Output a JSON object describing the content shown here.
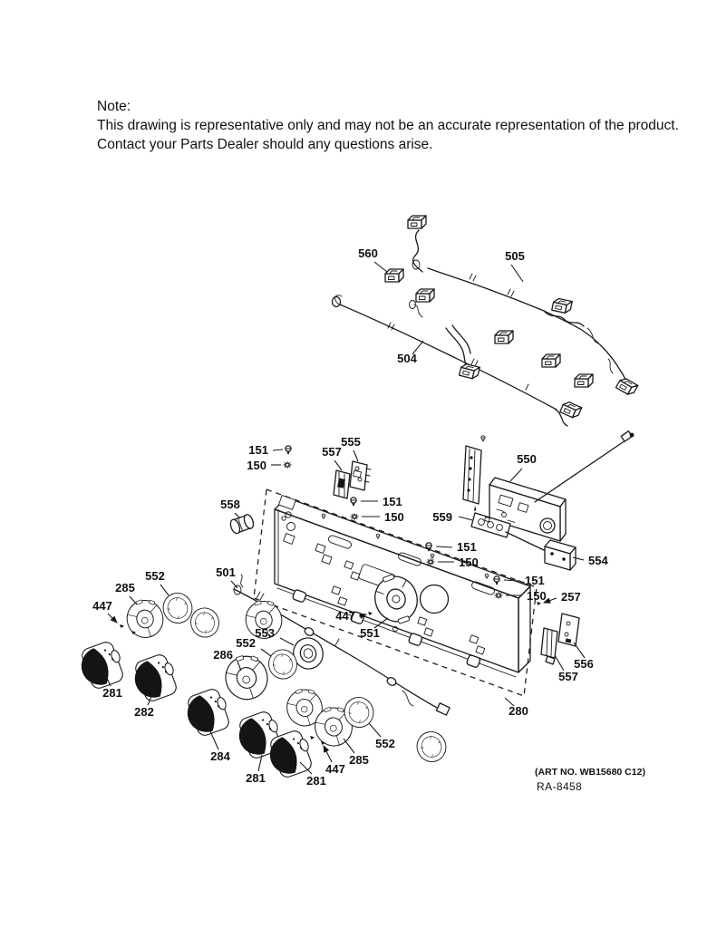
{
  "note": {
    "title": "Note:",
    "line1": "This drawing is representative only and may not be an accurate representation of the product.",
    "line2": "Contact your Parts Dealer should any questions arise."
  },
  "footer": {
    "art_no": "(ART NO. WB15680 C12)",
    "doc_ref": "RA-8458"
  },
  "diagram": {
    "subject": "control-panel-exploded-parts-diagram",
    "ink_color": "#1a1a1a",
    "background_color": "#ffffff"
  },
  "parts": {
    "150": "150",
    "151": "151",
    "257": "257",
    "280": "280",
    "281": "281",
    "282": "282",
    "284": "284",
    "285": "285",
    "286": "286",
    "447": "447",
    "501": "501",
    "504": "504",
    "505": "505",
    "550": "550",
    "551": "551",
    "552": "552",
    "553": "553",
    "554": "554",
    "555": "555",
    "556": "556",
    "557": "557",
    "558": "558",
    "559": "559",
    "560": "560"
  }
}
